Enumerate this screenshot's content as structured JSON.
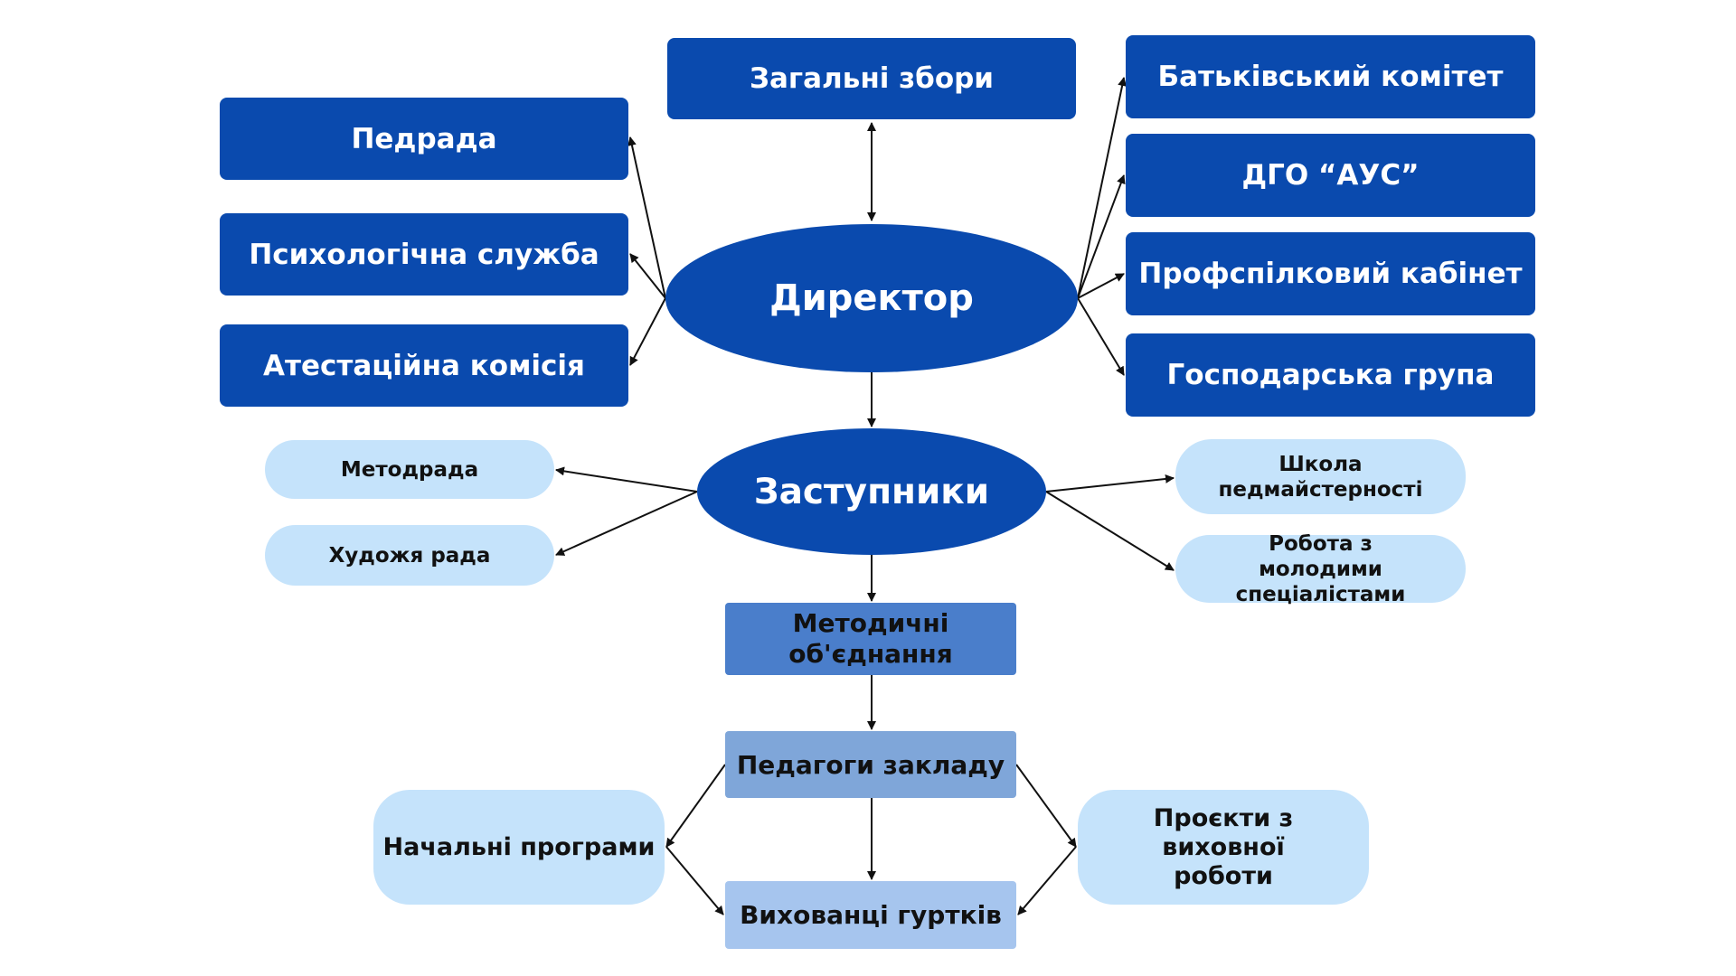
{
  "colors": {
    "primary_blue": "#0a4aae",
    "light_blue": "#c5e3fb",
    "medium_blue": "#4a7ecb",
    "soft_blue": "#7fa6d9",
    "pale_blue": "#a6c5ee",
    "connector": "#111111"
  },
  "nodes": {
    "director": "Директор",
    "general_assembly": "Загальні збори",
    "pedrada": "Педрада",
    "psych_service": "Психологічна служба",
    "attestation": "Атестаційна комісія",
    "parents_committee": "Батьківський комітет",
    "dgo_aus": "ДГО “АУС”",
    "union_cabinet": "Профспілковий кабінет",
    "maintenance": "Господарська група",
    "deputies": "Заступники",
    "metodrada": "Методрада",
    "art_council": "Художя рада",
    "mastery_school": "Школа педмайстерності",
    "young_specialists": "Робота з молодими спеціалістами",
    "method_associations": "Методичні об'єднання",
    "teachers": "Педагоги закладу",
    "club_pupils": "Вихованці гуртків",
    "programs": "Начальні програми",
    "projects": "Проєкти з виховної роботи"
  }
}
